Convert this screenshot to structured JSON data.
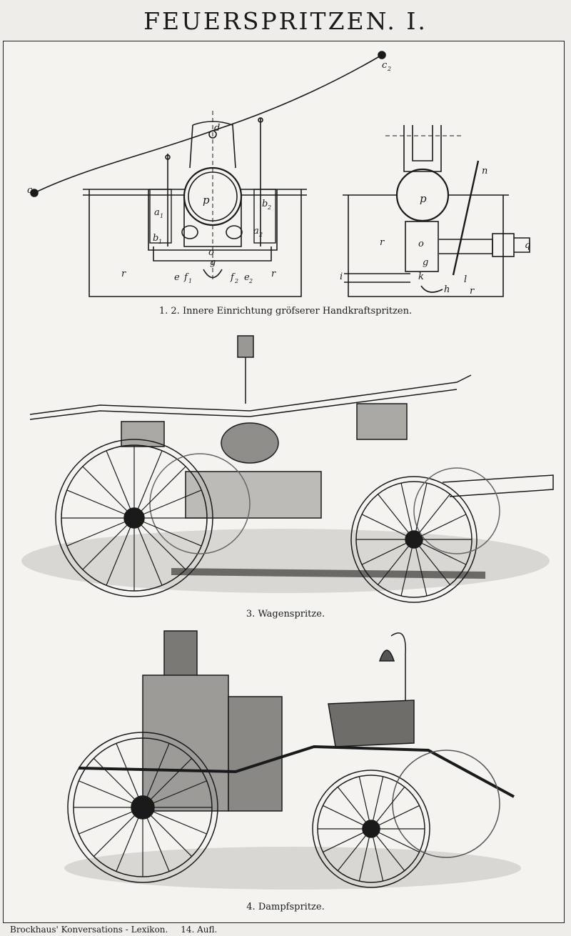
{
  "plate": {
    "title": "FEUERSPRITZEN. I."
  },
  "figures": [
    {
      "caption": "1. 2. Innere Einrichtung gröfserer Handkraftspritzen."
    },
    {
      "caption": "3. Wagenspritze."
    },
    {
      "caption": "4. Dampfspritze."
    }
  ],
  "diagram_labels": {
    "c1": "c",
    "c1_sub": "1",
    "c2": "c",
    "c2_sub": "2",
    "d": "d",
    "p": "p",
    "a1": "a",
    "a1_sub": "1",
    "a2": "a",
    "a2_sub": "2",
    "b1": "b",
    "b1_sub": "1",
    "b2": "b",
    "b2_sub": "2",
    "o": "o",
    "g": "g",
    "r": "r",
    "e": "e",
    "f1": "f",
    "f1_sub": "1",
    "f2": "f",
    "f2_sub": "2",
    "e2": "e",
    "e2_sub": "2",
    "n": "n",
    "q": "q",
    "i": "i",
    "k": "k",
    "h": "h",
    "l": "l"
  },
  "footer": {
    "publisher": "Brockhaus' Konversations - Lexikon.",
    "edition": "14. Aufl."
  }
}
